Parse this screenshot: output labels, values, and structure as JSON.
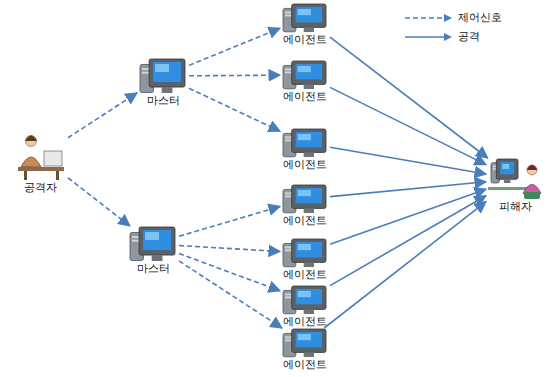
{
  "diagram": {
    "nodes": [
      {
        "text": [
          "공격자"
        ]
      },
      {
        "text": [
          "마스터"
        ]
      },
      {
        "text": [
          "마스터"
        ]
      },
      {
        "text": [
          "에이전트"
        ]
      },
      {
        "text": [
          "에이전트"
        ]
      },
      {
        "text": [
          "에이전트"
        ]
      },
      {
        "text": [
          "에이전트"
        ]
      },
      {
        "text": [
          "에이전트"
        ]
      },
      {
        "text": [
          "에이전트"
        ]
      },
      {
        "text": [
          "에이전트"
        ]
      },
      {
        "text": [
          "피해자"
        ]
      }
    ],
    "edges": [
      {
        "from": 0,
        "to": 1,
        "arrow": "to"
      },
      {
        "from": 0,
        "to": 2,
        "arrow": "to"
      },
      {
        "from": 1,
        "to": 3,
        "arrow": "to"
      },
      {
        "from": 1,
        "to": 4,
        "arrow": "to"
      },
      {
        "from": 1,
        "to": 5,
        "arrow": "to"
      },
      {
        "from": 2,
        "to": 6,
        "arrow": "to"
      },
      {
        "from": 2,
        "to": 7,
        "arrow": "to"
      },
      {
        "from": 2,
        "to": 8,
        "arrow": "to"
      },
      {
        "from": 2,
        "to": 9,
        "arrow": "to"
      },
      {
        "from": 3,
        "to": 10,
        "arrow": "to"
      },
      {
        "from": 4,
        "to": 10,
        "arrow": "to"
      },
      {
        "from": 5,
        "to": 10,
        "arrow": "to"
      },
      {
        "from": 6,
        "to": 10,
        "arrow": "to"
      },
      {
        "from": 7,
        "to": 10,
        "arrow": "to"
      },
      {
        "from": 8,
        "to": 10,
        "arrow": "to"
      },
      {
        "from": 9,
        "to": 10,
        "arrow": "to"
      }
    ],
    "legend": [
      {
        "text": "제어신호"
      },
      {
        "text": "공격"
      }
    ]
  }
}
